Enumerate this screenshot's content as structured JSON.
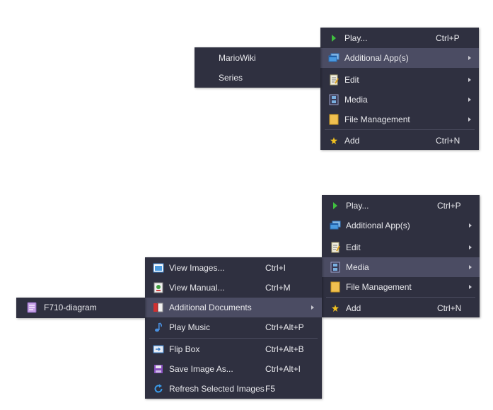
{
  "top_group": {
    "main_menu": {
      "items": [
        {
          "label": "Play...",
          "shortcut": "Ctrl+P",
          "icon": "play-icon"
        },
        {
          "label": "Additional App(s)",
          "icon": "windows-icon",
          "submenu": true
        },
        {
          "label": "Edit",
          "icon": "edit-document-icon",
          "submenu": true
        },
        {
          "label": "Media",
          "icon": "film-icon",
          "submenu": true
        },
        {
          "label": "File Management",
          "icon": "folder-icon",
          "submenu": true
        },
        {
          "label": "Add",
          "shortcut": "Ctrl+N",
          "icon": "add-star-icon"
        }
      ]
    },
    "apps_submenu": {
      "items": [
        {
          "label": "MarioWiki"
        },
        {
          "label": "Series"
        }
      ]
    }
  },
  "bottom_group": {
    "main_menu": {
      "items": [
        {
          "label": "Play...",
          "shortcut": "Ctrl+P",
          "icon": "play-icon"
        },
        {
          "label": "Additional App(s)",
          "icon": "windows-icon",
          "submenu": true
        },
        {
          "label": "Edit",
          "icon": "edit-document-icon",
          "submenu": true
        },
        {
          "label": "Media",
          "icon": "film-icon",
          "submenu": true
        },
        {
          "label": "File Management",
          "icon": "folder-icon",
          "submenu": true
        },
        {
          "label": "Add",
          "shortcut": "Ctrl+N",
          "icon": "add-star-icon"
        }
      ]
    },
    "media_submenu": {
      "items": [
        {
          "label": "View Images...",
          "shortcut": "Ctrl+I",
          "icon": "image-icon"
        },
        {
          "label": "View Manual...",
          "shortcut": "Ctrl+M",
          "icon": "manual-icon"
        },
        {
          "label": "Additional Documents",
          "icon": "books-icon",
          "submenu": true
        },
        {
          "label": "Play Music",
          "shortcut": "Ctrl+Alt+P",
          "icon": "music-note-icon"
        },
        {
          "label": "Flip Box",
          "shortcut": "Ctrl+Alt+B",
          "icon": "flip-box-icon"
        },
        {
          "label": "Save Image As...",
          "shortcut": "Ctrl+Alt+I",
          "icon": "save-icon"
        },
        {
          "label": "Refresh Selected Images",
          "shortcut": "F5",
          "icon": "refresh-icon"
        }
      ]
    },
    "documents_submenu": {
      "items": [
        {
          "label": "F710-diagram",
          "icon": "document-icon"
        }
      ]
    }
  },
  "colors": {
    "menu_bg": "#2f3040",
    "highlight_bg": "#4b4c63",
    "text": "#e8e8ec",
    "separator": "#4a4b5e"
  }
}
